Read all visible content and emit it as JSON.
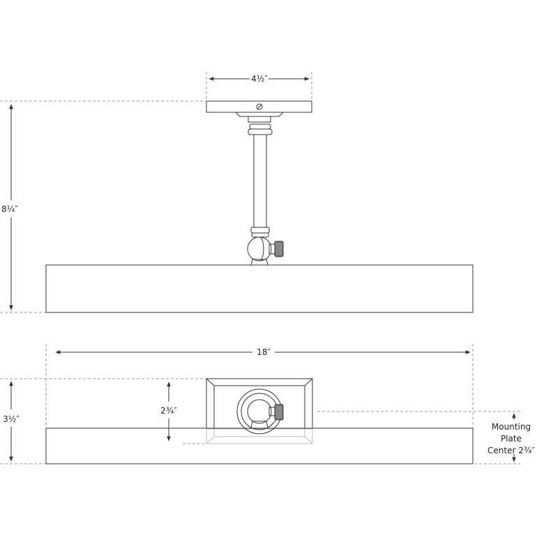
{
  "dimensions": {
    "plate_width": "4½″",
    "overall_height": "8¼″",
    "shade_width": "18″",
    "depth": "3½″",
    "plate_height": "2¾″",
    "mounting_note_line1": "Mounting",
    "mounting_note_line2": "Plate",
    "mounting_note_line3": "Center 2¾″"
  },
  "colors": {
    "line": "#333333",
    "dashed_line": "#9a9a9a",
    "knob": "#777777",
    "background": "#ffffff"
  }
}
